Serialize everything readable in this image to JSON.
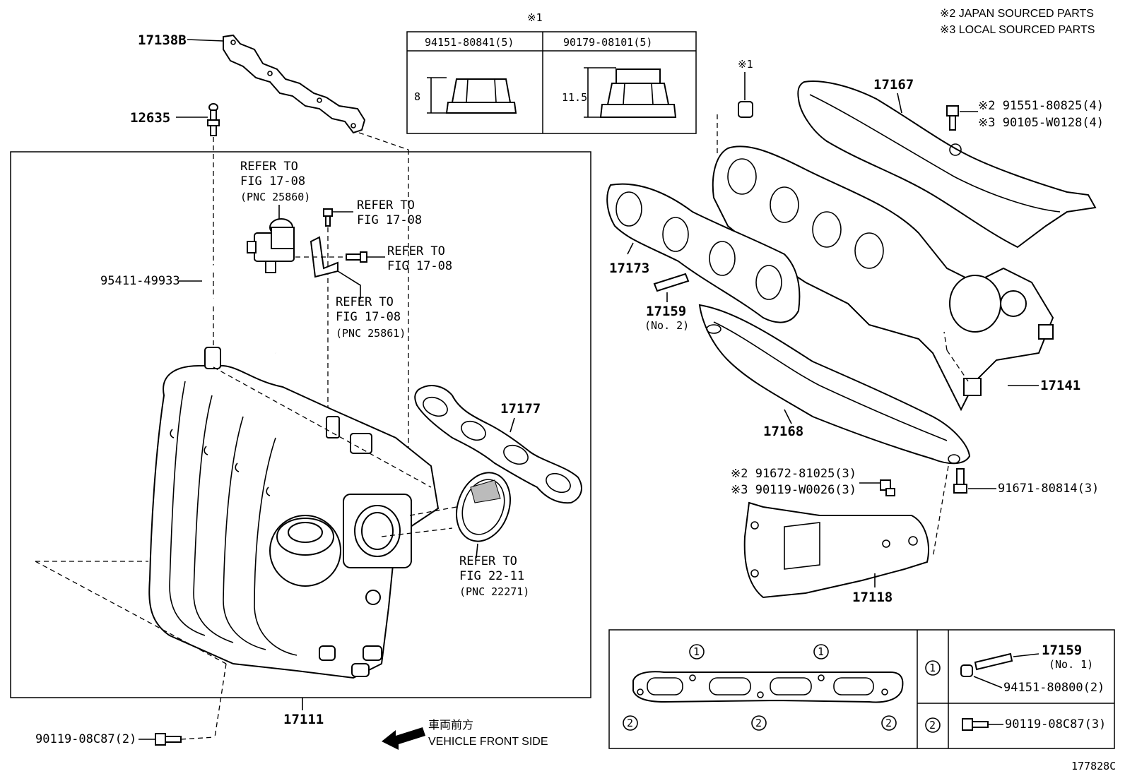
{
  "legend": {
    "japan": "※2 JAPAN SOURCED PARTS",
    "local": "※3 LOCAL SOURCED PARTS"
  },
  "nut_table": {
    "mark": "※1",
    "col1_part": "94151-80841(5)",
    "col1_dim": "8",
    "col2_part": "90179-08101(5)",
    "col2_dim": "11.5"
  },
  "labels": {
    "p17138b": "17138B",
    "p12635": "12635",
    "refer1_a": "REFER TO",
    "refer1_b": "FIG 17-08",
    "refer1_c": "(PNC 25860)",
    "refer2_a": "REFER TO",
    "refer2_b": "FIG 17-08",
    "refer3_a": "REFER TO",
    "refer3_b": "FIG 17-08",
    "refer4_a": "REFER TO",
    "refer4_b": "FIG 17-08",
    "refer4_c": "(PNC 25861)",
    "p95411": "95411-49933",
    "p17177": "17177",
    "refer5_a": "REFER TO",
    "refer5_b": "FIG 22-11",
    "refer5_c": "(PNC 22271)",
    "p17111": "17111",
    "p90119_bottom": "90119-08C87(2)",
    "front_jp": "車両前方",
    "front_en": "VEHICLE FRONT SIDE",
    "mark1_manifold": "※1",
    "p17167": "17167",
    "p91551": "※2 91551-80825(4)",
    "p90105": "※3 90105-W0128(4)",
    "p17173": "17173",
    "p17159_2a": "17159",
    "p17159_2b": "(No. 2)",
    "p17141": "17141",
    "p17168": "17168",
    "p91672": "※2 91672-81025(3)",
    "p90119_w": "※3 90119-W0026(3)",
    "p91671": "91671-80814(3)",
    "p17118": "17118",
    "figure_id": "177828C"
  },
  "inset": {
    "circle1": "1",
    "circle2": "2",
    "p17159_1a": "17159",
    "p17159_1b": "(No. 1)",
    "p94151": "94151-80800(2)",
    "p90119_c": "90119-08C87(3)"
  }
}
